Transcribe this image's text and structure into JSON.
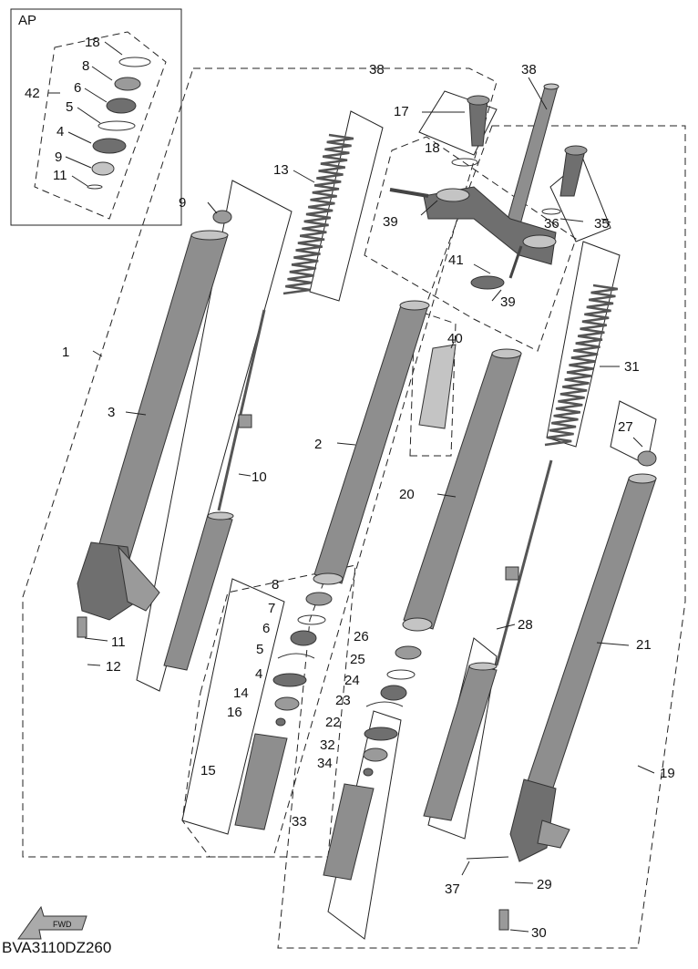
{
  "ap_label": "AP",
  "diagram_code": "BVA3110DZ260",
  "fwd_label": "FWD",
  "callouts": {
    "c1": "1",
    "c2": "2",
    "c3": "3",
    "c4a": "4",
    "c4b": "4",
    "c5a": "5",
    "c5b": "5",
    "c6a": "6",
    "c6b": "6",
    "c7": "7",
    "c8a": "8",
    "c8b": "8",
    "c9a": "9",
    "c9b": "9",
    "c10": "10",
    "c11a": "11",
    "c11b": "11",
    "c12": "12",
    "c13": "13",
    "c14": "14",
    "c15": "15",
    "c16": "16",
    "c17": "17",
    "c18a": "18",
    "c18b": "18",
    "c19": "19",
    "c20": "20",
    "c21": "21",
    "c22": "22",
    "c23": "23",
    "c24": "24",
    "c25": "25",
    "c26": "26",
    "c27": "27",
    "c28": "28",
    "c29": "29",
    "c30": "30",
    "c31": "31",
    "c32": "32",
    "c33": "33",
    "c34": "34",
    "c35": "35",
    "c36": "36",
    "c37": "37",
    "c38": "38",
    "c39a": "39",
    "c39b": "39",
    "c40": "40",
    "c41": "41",
    "c42": "42"
  }
}
